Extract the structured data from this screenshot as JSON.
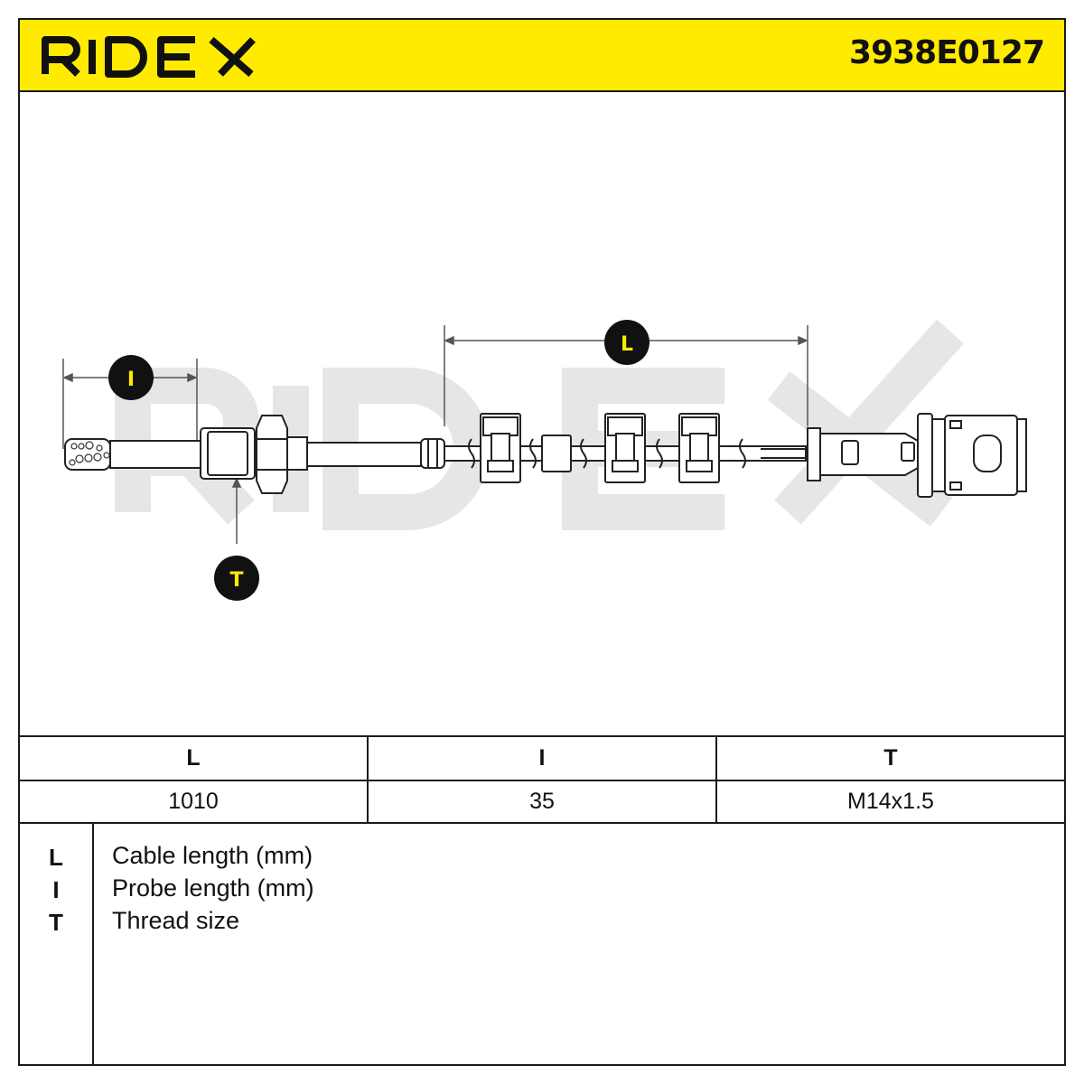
{
  "header": {
    "brand": "RIDEX",
    "part_number": "3938E0127"
  },
  "drawing": {
    "labels": {
      "L": "L",
      "I": "I",
      "T": "T"
    },
    "watermark": "RIDEX",
    "colors": {
      "marker": "#111111",
      "marker_text": "#ffeb00",
      "header": "#ffeb00",
      "watermark": "#e6e6e6"
    }
  },
  "specs": {
    "headers": [
      "L",
      "I",
      "T"
    ],
    "values": [
      "1010",
      "35",
      "M14x1.5"
    ]
  },
  "legend": [
    {
      "key": "L",
      "text": "Cable length (mm)"
    },
    {
      "key": "I",
      "text": "Probe length (mm)"
    },
    {
      "key": "T",
      "text": "Thread size"
    }
  ]
}
